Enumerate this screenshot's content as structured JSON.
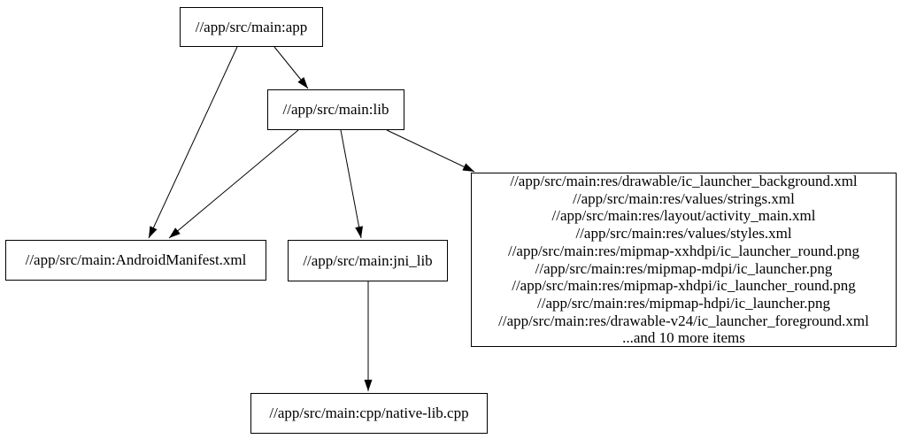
{
  "canvas": {
    "background_color": "#ffffff",
    "node_fill_color": "#ffffff",
    "node_border_color": "#000000",
    "edge_color": "#000000",
    "text_color": "#000000"
  },
  "graph": {
    "type": "directed-dependency-graph",
    "nodes": {
      "app": {
        "label": "//app/src/main:app"
      },
      "lib": {
        "label": "//app/src/main:lib"
      },
      "manifest": {
        "label": "//app/src/main:AndroidManifest.xml"
      },
      "jni_lib": {
        "label": "//app/src/main:jni_lib"
      },
      "native_lib": {
        "label": "//app/src/main:cpp/native-lib.cpp"
      },
      "resources": {
        "lines": [
          "//app/src/main:res/drawable/ic_launcher_background.xml",
          "//app/src/main:res/values/strings.xml",
          "//app/src/main:res/layout/activity_main.xml",
          "//app/src/main:res/values/styles.xml",
          "//app/src/main:res/mipmap-xxhdpi/ic_launcher_round.png",
          "//app/src/main:res/mipmap-mdpi/ic_launcher.png",
          "//app/src/main:res/mipmap-xhdpi/ic_launcher_round.png",
          "//app/src/main:res/mipmap-hdpi/ic_launcher.png",
          "//app/src/main:res/drawable-v24/ic_launcher_foreground.xml",
          "...and 10 more items"
        ]
      }
    },
    "edges": [
      {
        "from": "//app/src/main:app",
        "to": "//app/src/main:lib"
      },
      {
        "from": "//app/src/main:app",
        "to": "//app/src/main:AndroidManifest.xml"
      },
      {
        "from": "//app/src/main:lib",
        "to": "//app/src/main:AndroidManifest.xml"
      },
      {
        "from": "//app/src/main:lib",
        "to": "//app/src/main:jni_lib"
      },
      {
        "from": "//app/src/main:lib",
        "to": "resources-group"
      },
      {
        "from": "//app/src/main:jni_lib",
        "to": "//app/src/main:cpp/native-lib.cpp"
      }
    ]
  }
}
